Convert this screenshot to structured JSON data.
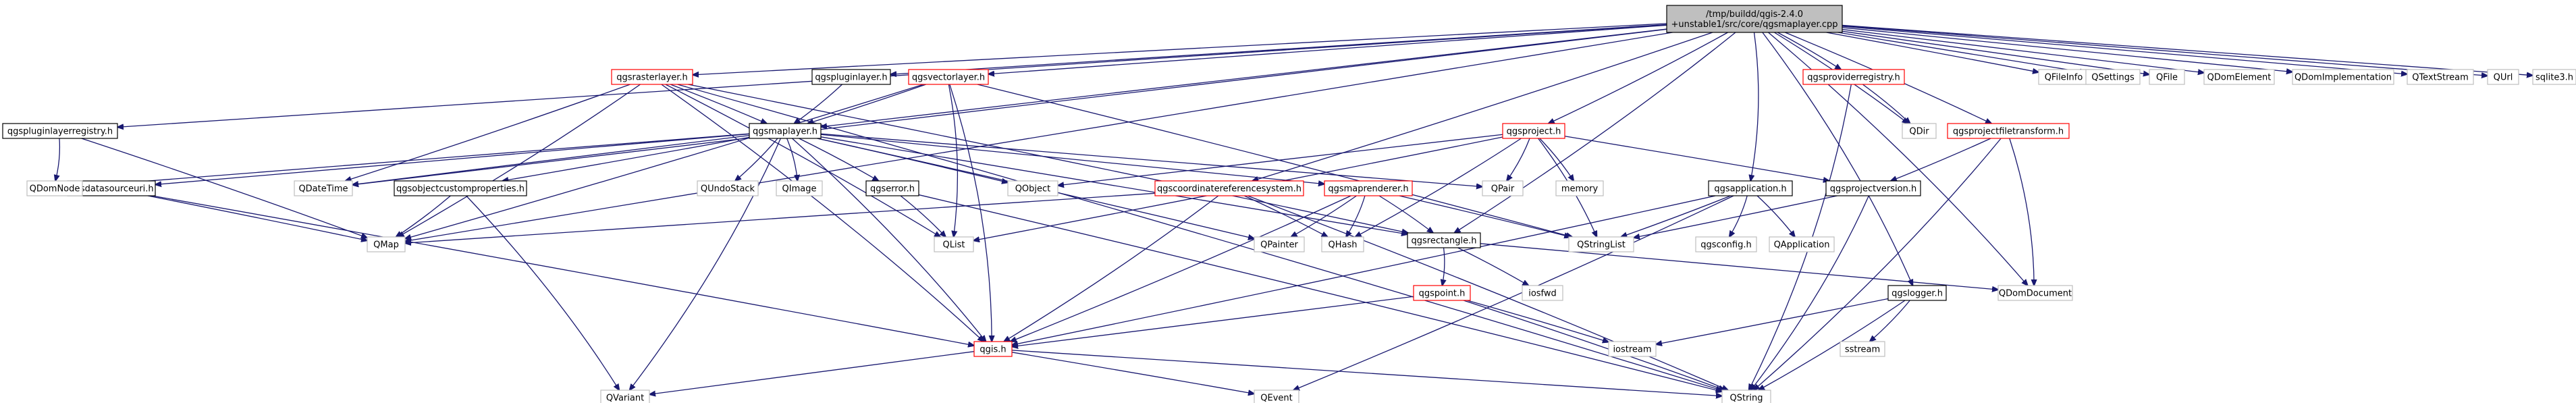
{
  "diagram": {
    "type": "include-dependency-graph",
    "colors": {
      "edge": "#191970",
      "root_fill": "#bfbfbf",
      "documented_border": "#000000",
      "undocumented_border": "#ff0000",
      "external_border": "#bfbfbf"
    },
    "nodes": [
      {
        "id": "root",
        "label": "/tmp/buildd/qgis-2.4.0\n+unstable1/src/core/qgsmaplayer.cpp",
        "kind": "root"
      },
      {
        "id": "qgspluginlayerregistry",
        "label": "qgspluginlayerregistry.h",
        "kind": "documented"
      },
      {
        "id": "qgsrasterlayer",
        "label": "qgsrasterlayer.h",
        "kind": "undocumented"
      },
      {
        "id": "qgspluginlayer",
        "label": "qgspluginlayer.h",
        "kind": "documented"
      },
      {
        "id": "qgsvectorlayer",
        "label": "qgsvectorlayer.h",
        "kind": "undocumented"
      },
      {
        "id": "qgsmaplayer",
        "label": "qgsmaplayer.h",
        "kind": "documented"
      },
      {
        "id": "qgsproject",
        "label": "qgsproject.h",
        "kind": "undocumented"
      },
      {
        "id": "qgsproviderregistry",
        "label": "qgsproviderregistry.h",
        "kind": "undocumented"
      },
      {
        "id": "qgsprojectfiletransform",
        "label": "qgsprojectfiletransform.h",
        "kind": "undocumented"
      },
      {
        "id": "qgsdatasourceuri",
        "label": "qgsdatasourceuri.h",
        "kind": "documented"
      },
      {
        "id": "qgsobjectcustomproperties",
        "label": "qgsobjectcustomproperties.h",
        "kind": "documented"
      },
      {
        "id": "qgserror",
        "label": "qgserror.h",
        "kind": "documented"
      },
      {
        "id": "qgscoordinatereferencesystem",
        "label": "qgscoordinatereferencesystem.h",
        "kind": "undocumented"
      },
      {
        "id": "qgsmaprenderer",
        "label": "qgsmaprenderer.h",
        "kind": "undocumented"
      },
      {
        "id": "qgsrectangle",
        "label": "qgsrectangle.h",
        "kind": "documented"
      },
      {
        "id": "qgsapplication",
        "label": "qgsapplication.h",
        "kind": "documented"
      },
      {
        "id": "qgsprojectversion",
        "label": "qgsprojectversion.h",
        "kind": "documented"
      },
      {
        "id": "qgspoint",
        "label": "qgspoint.h",
        "kind": "undocumented"
      },
      {
        "id": "qgslogger",
        "label": "qgslogger.h",
        "kind": "documented"
      },
      {
        "id": "qgis",
        "label": "qgis.h",
        "kind": "undocumented"
      },
      {
        "id": "QDomNode",
        "label": "QDomNode",
        "kind": "external"
      },
      {
        "id": "QMap",
        "label": "QMap",
        "kind": "external"
      },
      {
        "id": "QDateTime",
        "label": "QDateTime",
        "kind": "external"
      },
      {
        "id": "QUndoStack",
        "label": "QUndoStack",
        "kind": "external"
      },
      {
        "id": "QImage",
        "label": "QImage",
        "kind": "external"
      },
      {
        "id": "QObject",
        "label": "QObject",
        "kind": "external"
      },
      {
        "id": "QPair",
        "label": "QPair",
        "kind": "external"
      },
      {
        "id": "memory",
        "label": "memory",
        "kind": "external"
      },
      {
        "id": "QList",
        "label": "QList",
        "kind": "external"
      },
      {
        "id": "QPainter",
        "label": "QPainter",
        "kind": "external"
      },
      {
        "id": "QHash",
        "label": "QHash",
        "kind": "external"
      },
      {
        "id": "QStringList",
        "label": "QStringList",
        "kind": "external"
      },
      {
        "id": "qgsconfig",
        "label": "qgsconfig.h",
        "kind": "external"
      },
      {
        "id": "QApplication",
        "label": "QApplication",
        "kind": "external"
      },
      {
        "id": "iosfwd",
        "label": "iosfwd",
        "kind": "external"
      },
      {
        "id": "QDomDocument",
        "label": "QDomDocument",
        "kind": "external"
      },
      {
        "id": "iostream",
        "label": "iostream",
        "kind": "external"
      },
      {
        "id": "sstream",
        "label": "sstream",
        "kind": "external"
      },
      {
        "id": "QVariant",
        "label": "QVariant",
        "kind": "external"
      },
      {
        "id": "QEvent",
        "label": "QEvent",
        "kind": "external"
      },
      {
        "id": "QString",
        "label": "QString",
        "kind": "external"
      },
      {
        "id": "QDir",
        "label": "QDir",
        "kind": "external"
      },
      {
        "id": "QFileInfo",
        "label": "QFileInfo",
        "kind": "external"
      },
      {
        "id": "QSettings",
        "label": "QSettings",
        "kind": "external"
      },
      {
        "id": "QFile",
        "label": "QFile",
        "kind": "external"
      },
      {
        "id": "QDomElement",
        "label": "QDomElement",
        "kind": "external"
      },
      {
        "id": "QDomImplementation",
        "label": "QDomImplementation",
        "kind": "external"
      },
      {
        "id": "QTextStream",
        "label": "QTextStream",
        "kind": "external"
      },
      {
        "id": "QUrl",
        "label": "QUrl",
        "kind": "external"
      },
      {
        "id": "sqlite3",
        "label": "sqlite3.h",
        "kind": "external"
      }
    ],
    "edges": [
      [
        "root",
        "qgspluginlayerregistry"
      ],
      [
        "root",
        "qgsrasterlayer"
      ],
      [
        "root",
        "qgspluginlayer"
      ],
      [
        "root",
        "qgsvectorlayer"
      ],
      [
        "root",
        "qgsmaplayer"
      ],
      [
        "root",
        "qgsproject"
      ],
      [
        "root",
        "qgsproviderregistry"
      ],
      [
        "root",
        "qgsprojectfiletransform"
      ],
      [
        "root",
        "QFileInfo"
      ],
      [
        "root",
        "QSettings"
      ],
      [
        "root",
        "QFile"
      ],
      [
        "root",
        "QDomElement"
      ],
      [
        "root",
        "QDomImplementation"
      ],
      [
        "root",
        "QTextStream"
      ],
      [
        "root",
        "QUrl"
      ],
      [
        "root",
        "sqlite3"
      ],
      [
        "root",
        "qgsapplication"
      ],
      [
        "root",
        "qgslogger"
      ],
      [
        "root",
        "qgscoordinatereferencesystem"
      ],
      [
        "root",
        "qgsrectangle"
      ],
      [
        "root",
        "QDir"
      ],
      [
        "root",
        "QDomDocument"
      ],
      [
        "root",
        "QDateTime"
      ],
      [
        "root",
        "QMap"
      ],
      [
        "qgspluginlayerregistry",
        "QDomNode"
      ],
      [
        "qgspluginlayerregistry",
        "QMap"
      ],
      [
        "qgsrasterlayer",
        "qgsmaplayer"
      ],
      [
        "qgsrasterlayer",
        "QDateTime"
      ],
      [
        "qgsrasterlayer",
        "QMap"
      ],
      [
        "qgsrasterlayer",
        "QList"
      ],
      [
        "qgsrasterlayer",
        "qgis"
      ],
      [
        "qgsrasterlayer",
        "qgsrectangle"
      ],
      [
        "qgsrasterlayer",
        "QString"
      ],
      [
        "qgspluginlayer",
        "qgsmaplayer"
      ],
      [
        "qgsvectorlayer",
        "qgsmaplayer"
      ],
      [
        "qgsvectorlayer",
        "QMap"
      ],
      [
        "qgsvectorlayer",
        "QList"
      ],
      [
        "qgsvectorlayer",
        "qgis"
      ],
      [
        "qgsvectorlayer",
        "QStringList"
      ],
      [
        "qgsmaplayer",
        "QDomNode"
      ],
      [
        "qgsmaplayer",
        "QDateTime"
      ],
      [
        "qgsmaplayer",
        "qgsdatasourceuri"
      ],
      [
        "qgsmaplayer",
        "qgsobjectcustomproperties"
      ],
      [
        "qgsmaplayer",
        "QUndoStack"
      ],
      [
        "qgsmaplayer",
        "QImage"
      ],
      [
        "qgsmaplayer",
        "qgserror"
      ],
      [
        "qgsmaplayer",
        "QObject"
      ],
      [
        "qgsmaplayer",
        "qgsmaprenderer"
      ],
      [
        "qgsmaplayer",
        "QPair"
      ],
      [
        "qgsmaplayer",
        "QVariant"
      ],
      [
        "qgsmaplayer",
        "qgis"
      ],
      [
        "qgsmaplayer",
        "qgsrectangle"
      ],
      [
        "qgsmaplayer",
        "QPainter"
      ],
      [
        "qgsproject",
        "QObject"
      ],
      [
        "qgsproject",
        "QPair"
      ],
      [
        "qgsproject",
        "memory"
      ],
      [
        "qgsproject",
        "qgsprojectversion"
      ],
      [
        "qgsproject",
        "QList"
      ],
      [
        "qgsproject",
        "QHash"
      ],
      [
        "qgsproject",
        "QStringList"
      ],
      [
        "qgsproviderregistry",
        "QDir"
      ],
      [
        "qgsproviderregistry",
        "QString"
      ],
      [
        "qgsprojectfiletransform",
        "qgsprojectversion"
      ],
      [
        "qgsprojectfiletransform",
        "QDomDocument"
      ],
      [
        "qgsprojectfiletransform",
        "QString"
      ],
      [
        "qgsdatasourceuri",
        "QMap"
      ],
      [
        "qgsdatasourceuri",
        "qgis"
      ],
      [
        "qgsobjectcustomproperties",
        "QMap"
      ],
      [
        "qgsobjectcustomproperties",
        "QVariant"
      ],
      [
        "qgserror",
        "QList"
      ],
      [
        "qgserror",
        "QString"
      ],
      [
        "qgscoordinatereferencesystem",
        "QMap"
      ],
      [
        "qgscoordinatereferencesystem",
        "QHash"
      ],
      [
        "qgscoordinatereferencesystem",
        "qgis"
      ],
      [
        "qgscoordinatereferencesystem",
        "QString"
      ],
      [
        "qgsmaprenderer",
        "QPainter"
      ],
      [
        "qgsmaprenderer",
        "QHash"
      ],
      [
        "qgsmaprenderer",
        "qgsrectangle"
      ],
      [
        "qgsmaprenderer",
        "qgis"
      ],
      [
        "qgsmaprenderer",
        "QStringList"
      ],
      [
        "qgsrectangle",
        "qgspoint"
      ],
      [
        "qgsrectangle",
        "iosfwd"
      ],
      [
        "qgsrectangle",
        "QDomDocument"
      ],
      [
        "qgsapplication",
        "QStringList"
      ],
      [
        "qgsapplication",
        "qgsconfig"
      ],
      [
        "qgsapplication",
        "QApplication"
      ],
      [
        "qgsapplication",
        "QEvent"
      ],
      [
        "qgsapplication",
        "qgis"
      ],
      [
        "qgsprojectversion",
        "QStringList"
      ],
      [
        "qgsprojectversion",
        "QString"
      ],
      [
        "qgspoint",
        "qgis"
      ],
      [
        "qgspoint",
        "iostream"
      ],
      [
        "qgspoint",
        "QString"
      ],
      [
        "qgslogger",
        "iostream"
      ],
      [
        "qgslogger",
        "sstream"
      ],
      [
        "qgslogger",
        "QString"
      ],
      [
        "qgis",
        "QVariant"
      ],
      [
        "qgis",
        "QEvent"
      ],
      [
        "qgis",
        "QString"
      ]
    ]
  }
}
